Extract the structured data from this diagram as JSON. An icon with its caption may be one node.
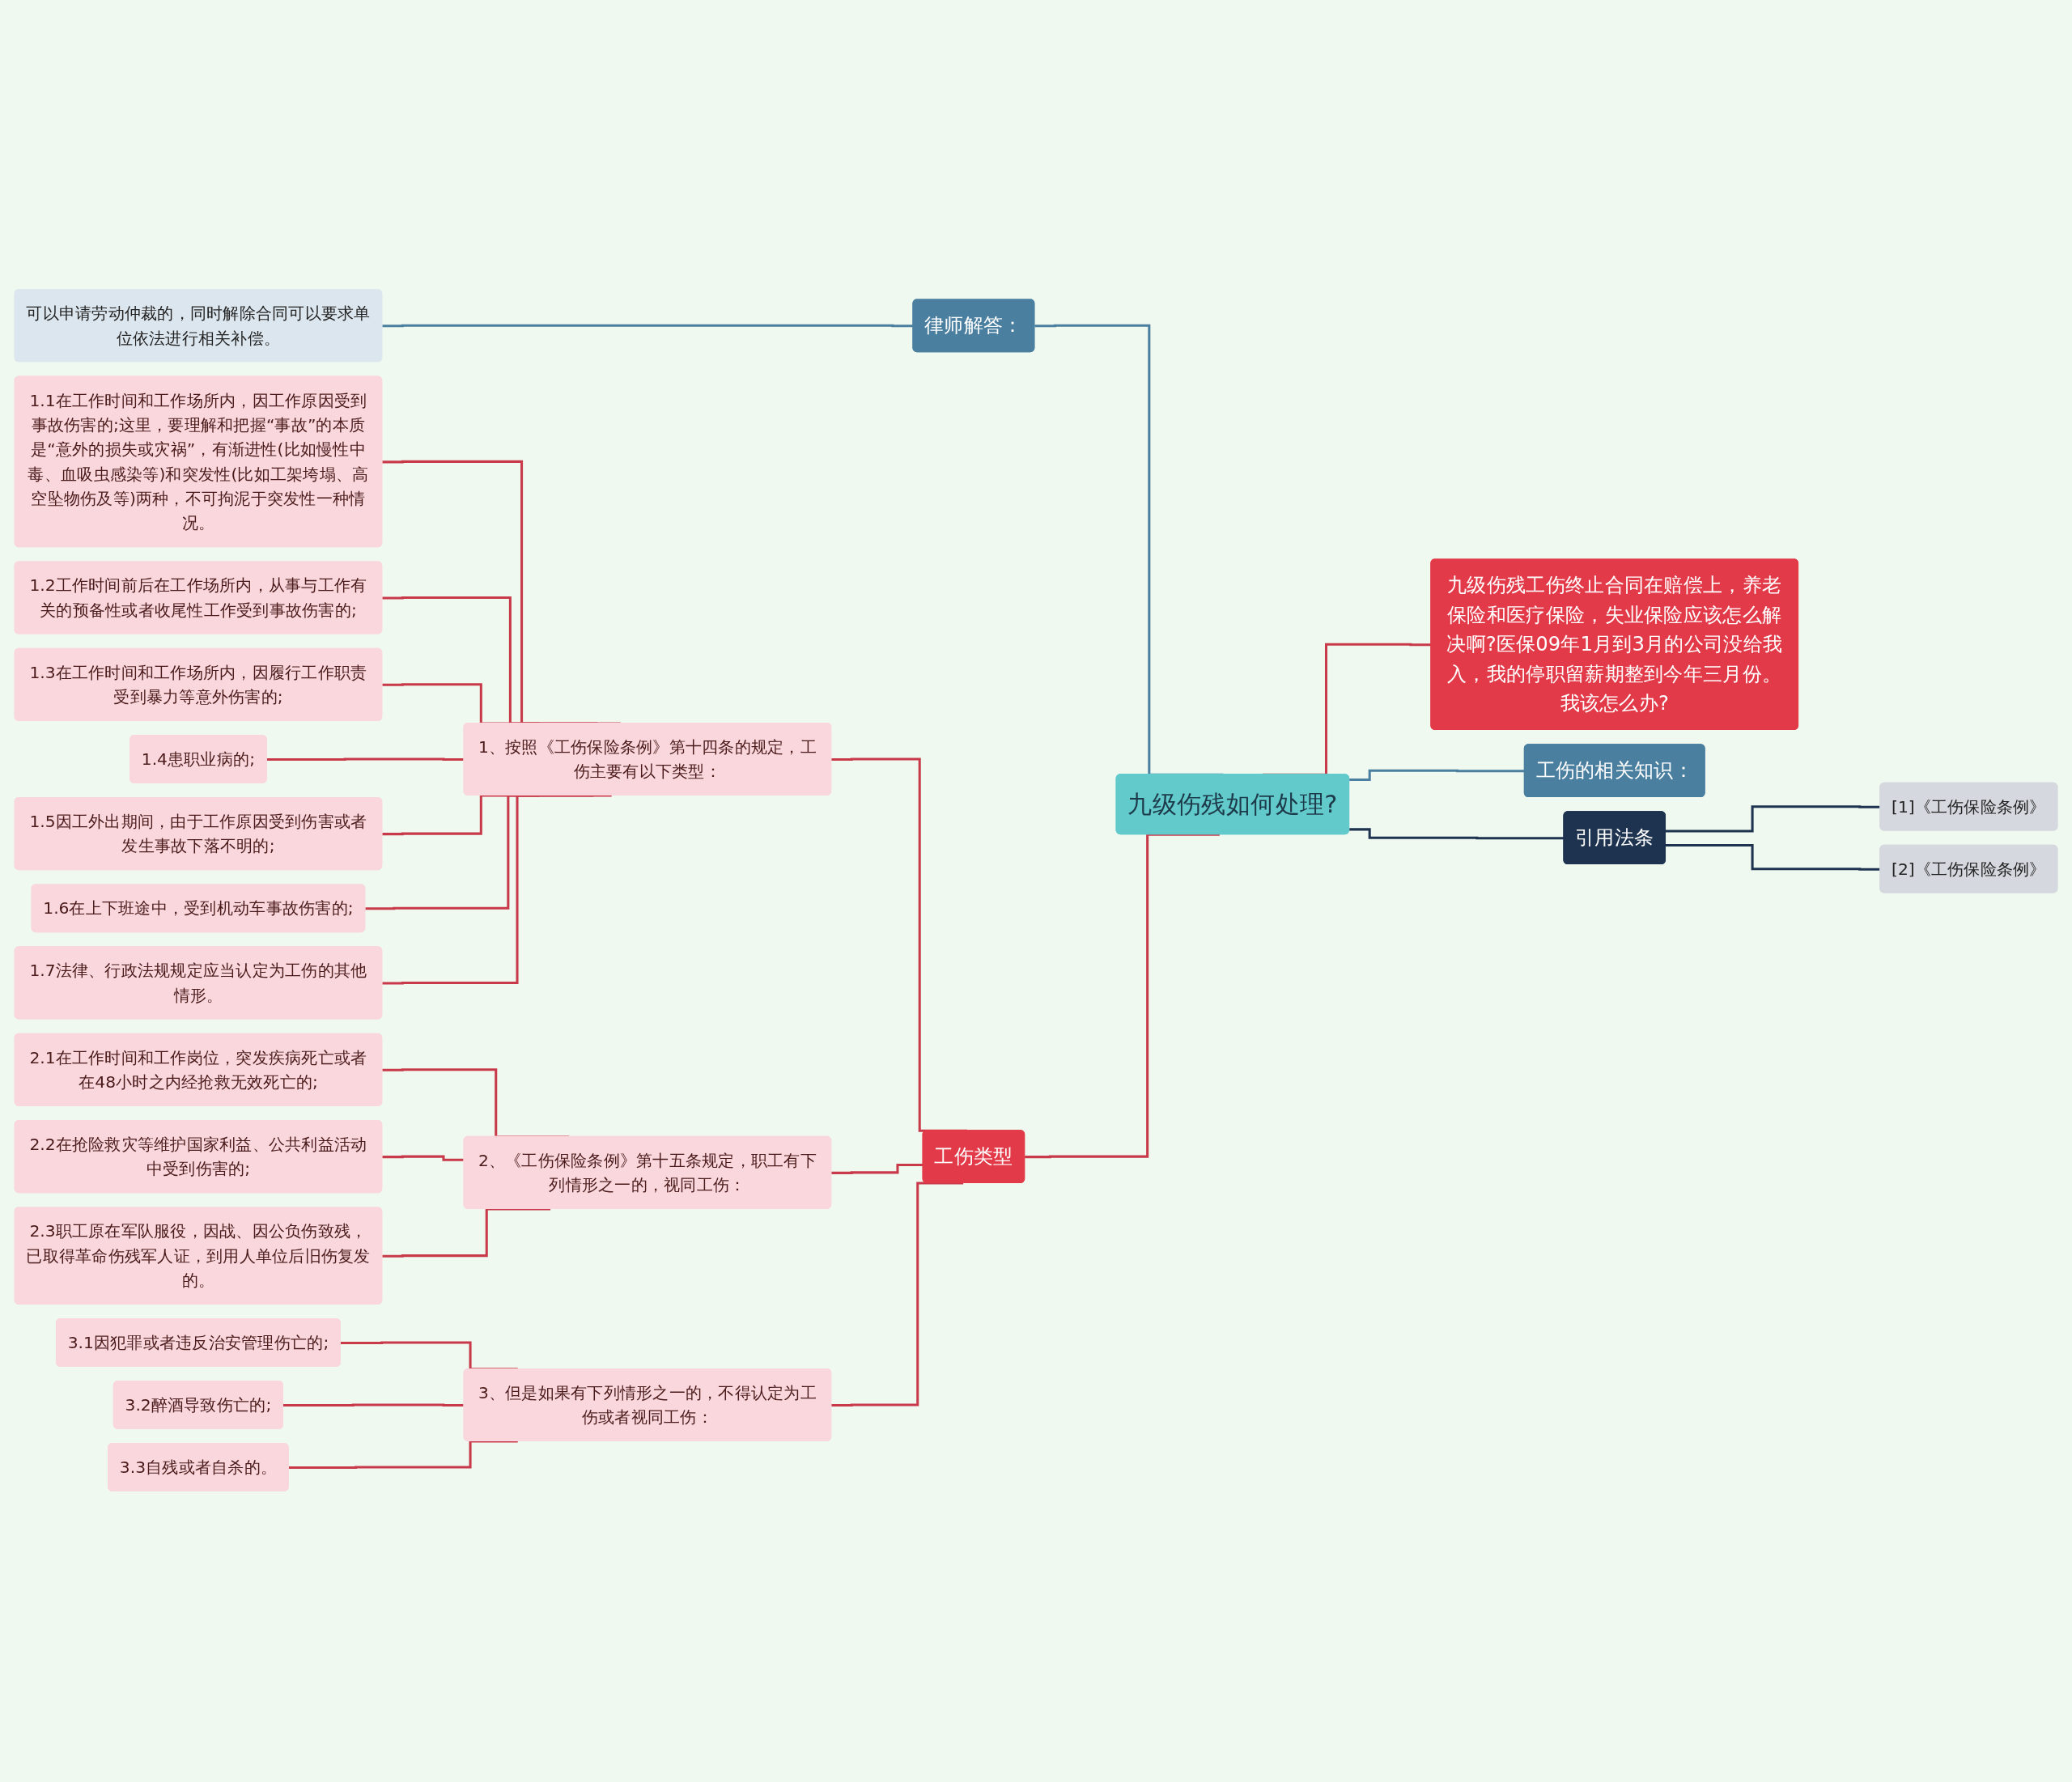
{
  "diagram": {
    "nodes": [
      {
        "text": [
          "九级伤残如何处理?"
        ]
      },
      {
        "text": [
          "律师解答："
        ]
      },
      {
        "text": [
          "可以申请劳动仲裁的，同时解除合同可以要求单位依法进行相关补偿。"
        ]
      },
      {
        "text": [
          "工伤类型"
        ]
      },
      {
        "text": [
          "1、按照《工伤保险条例》第十四条的规定，工伤主要有以下类型："
        ]
      },
      {
        "text": [
          "1.1在工作时间和工作场所内，因工作原因受到事故伤害的;这里，要理解和把握“事故”的本质是“意外的损失或灾祸”，有渐进性(比如慢性中毒、血吸虫感染等)和突发性(比如工架垮塌、高空坠物伤及等)两种，不可拘泥于突发性一种情况。"
        ]
      },
      {
        "text": [
          "1.2工作时间前后在工作场所内，从事与工作有关的预备性或者收尾性工作受到事故伤害的;"
        ]
      },
      {
        "text": [
          "1.3在工作时间和工作场所内，因履行工作职责受到暴力等意外伤害的;"
        ]
      },
      {
        "text": [
          "1.4患职业病的;"
        ]
      },
      {
        "text": [
          "1.5因工外出期间，由于工作原因受到伤害或者发生事故下落不明的;"
        ]
      },
      {
        "text": [
          "1.6在上下班途中，受到机动车事故伤害的;"
        ]
      },
      {
        "text": [
          "1.7法律、行政法规规定应当认定为工伤的其他情形。"
        ]
      },
      {
        "text": [
          "2、《工伤保险条例》第十五条规定，职工有下列情形之一的，视同工伤："
        ]
      },
      {
        "text": [
          "2.1在工作时间和工作岗位，突发疾病死亡或者在48小时之内经抢救无效死亡的;"
        ]
      },
      {
        "text": [
          "2.2在抢险救灾等维护国家利益、公共利益活动中受到伤害的;"
        ]
      },
      {
        "text": [
          "2.3职工原在军队服役，因战、因公负伤致残，已取得革命伤残军人证，到用人单位后旧伤复发的。"
        ]
      },
      {
        "text": [
          "3、但是如果有下列情形之一的，不得认定为工伤或者视同工伤："
        ]
      },
      {
        "text": [
          "3.1因犯罪或者违反治安管理伤亡的;"
        ]
      },
      {
        "text": [
          "3.2醉酒导致伤亡的;"
        ]
      },
      {
        "text": [
          "3.3自残或者自杀的。"
        ]
      },
      {
        "text": [
          "九级伤残工伤终止合同在赔偿上，养老保险和医疗保险，失业保险应该怎么解决啊?医保09年1月到3月的公司没给我入，我的停职留薪期整到今年三月份。我该怎么办?"
        ]
      },
      {
        "text": [
          "工伤的相关知识："
        ]
      },
      {
        "text": [
          "引用法条"
        ]
      },
      {
        "text": [
          "[1]《工伤保险条例》"
        ]
      },
      {
        "text": [
          "[2]《工伤保险条例》"
        ]
      }
    ],
    "edges": [
      {
        "from": 0,
        "to": 1,
        "arrow": "none",
        "color": "#4a7fa0"
      },
      {
        "from": 1,
        "to": 2,
        "arrow": "none",
        "color": "#4a7fa0"
      },
      {
        "from": 0,
        "to": 3,
        "arrow": "none"
      },
      {
        "from": 3,
        "to": 4,
        "arrow": "none"
      },
      {
        "from": 4,
        "to": 5,
        "arrow": "none"
      },
      {
        "from": 4,
        "to": 6,
        "arrow": "none"
      },
      {
        "from": 4,
        "to": 7,
        "arrow": "none"
      },
      {
        "from": 4,
        "to": 8,
        "arrow": "none"
      },
      {
        "from": 4,
        "to": 9,
        "arrow": "none"
      },
      {
        "from": 4,
        "to": 10,
        "arrow": "none"
      },
      {
        "from": 4,
        "to": 11,
        "arrow": "none"
      },
      {
        "from": 3,
        "to": 12,
        "arrow": "none"
      },
      {
        "from": 12,
        "to": 13,
        "arrow": "none"
      },
      {
        "from": 12,
        "to": 14,
        "arrow": "none"
      },
      {
        "from": 12,
        "to": 15,
        "arrow": "none"
      },
      {
        "from": 3,
        "to": 16,
        "arrow": "none"
      },
      {
        "from": 16,
        "to": 17,
        "arrow": "none"
      },
      {
        "from": 16,
        "to": 18,
        "arrow": "none"
      },
      {
        "from": 16,
        "to": 19,
        "arrow": "none"
      },
      {
        "from": 20,
        "to": 0,
        "arrow": "none"
      },
      {
        "from": 21,
        "to": 0,
        "arrow": "none",
        "color": "#4a7fa0"
      },
      {
        "from": 22,
        "to": 0,
        "arrow": "none",
        "color": "#1e3350"
      },
      {
        "from": 23,
        "to": 22,
        "arrow": "none",
        "color": "#1e3350"
      },
      {
        "from": 24,
        "to": 22,
        "arrow": "none",
        "color": "#1e3350"
      }
    ]
  }
}
